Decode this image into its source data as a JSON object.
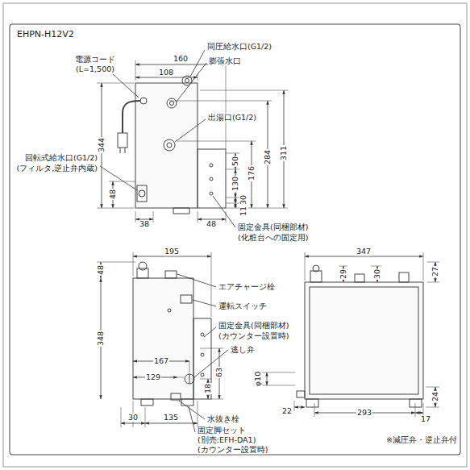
{
  "diagram": {
    "title": "EHPN-H12V2",
    "labels": [
      "160",
      "108",
      "電源コード",
      "(L=1,500)",
      "同圧給水口(G1/2)",
      "膨張水口",
      "出湯口(G1/2)",
      "344",
      "311",
      "284",
      "176",
      "130",
      "50",
      "30",
      "11",
      "回転式給水口(G1/2)",
      "(フィルタ,逆止弁内蔵)",
      "48",
      "38",
      "48",
      "固定金具(同梱部材)",
      "(化粧台への固定用)",
      "195",
      "48",
      "348",
      "エアチャージ栓",
      "運転スイッチ",
      "固定金具(同梱部材)",
      "(カウンター設置時)",
      "逃し弁",
      "167",
      "129",
      "18",
      "63",
      "30",
      "135",
      "水抜き栓",
      "固定脚セット",
      "(別売:EFH-DA1)",
      "(カウンター設置時)",
      "347",
      "29",
      "30",
      "27",
      "φ10",
      "22",
      "293",
      "17",
      "24",
      "※減圧弁・逆止弁付"
    ]
  }
}
